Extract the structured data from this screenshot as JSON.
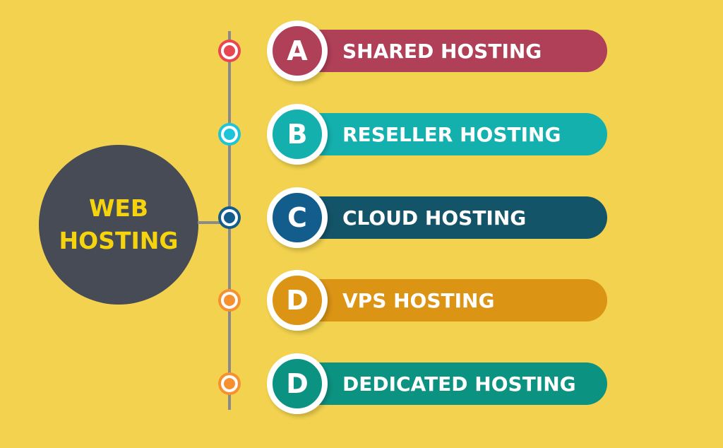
{
  "hub": {
    "line1": "WEB",
    "line2": "HOSTING"
  },
  "items": [
    {
      "letter": "A",
      "label": "SHARED HOSTING",
      "bar_color": "#b03f58",
      "badge_color": "#b03f58",
      "dot_color": "#e84652"
    },
    {
      "letter": "B",
      "label": "RESELLER HOSTING",
      "bar_color": "#13b0ae",
      "badge_color": "#13b0ae",
      "dot_color": "#1ec5d8"
    },
    {
      "letter": "C",
      "label": "CLOUD HOSTING",
      "bar_color": "#145469",
      "badge_color": "#135d8c",
      "dot_color": "#135d8c"
    },
    {
      "letter": "D",
      "label": "VPS HOSTING",
      "bar_color": "#db9414",
      "badge_color": "#db9414",
      "dot_color": "#f79130"
    },
    {
      "letter": "D",
      "label": "DEDICATED HOSTING",
      "bar_color": "#0c9281",
      "badge_color": "#0c9281",
      "dot_color": "#f79130"
    }
  ]
}
